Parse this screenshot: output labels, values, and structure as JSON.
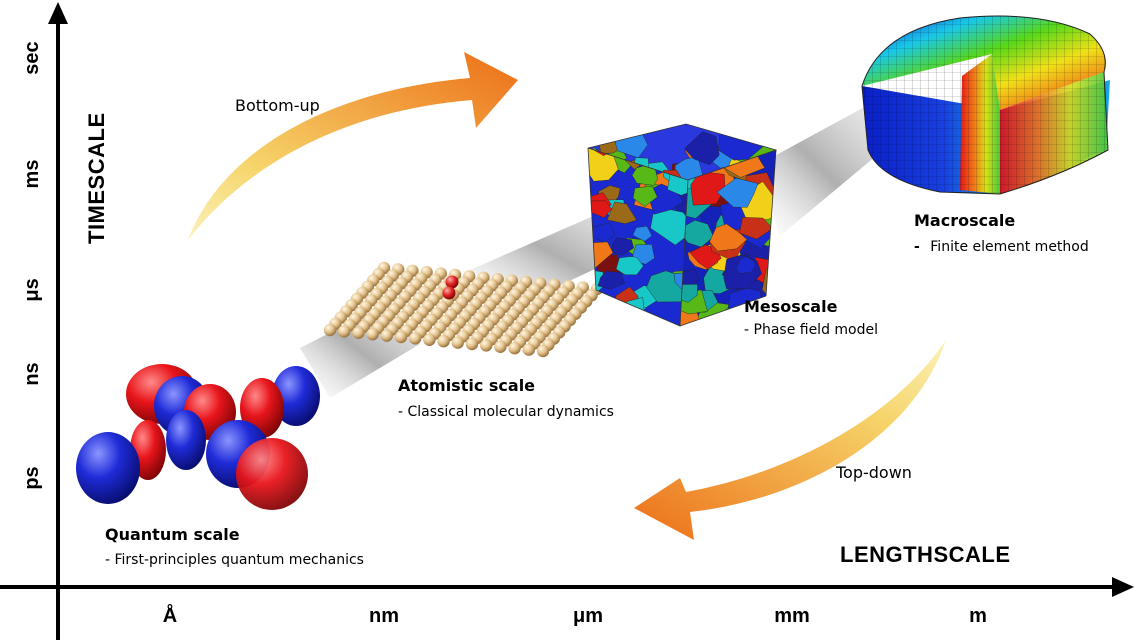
{
  "axes": {
    "y_title": "TIMESCALE",
    "x_title": "LENGTHSCALE",
    "y_ticks": [
      "sec",
      "ms",
      "μs",
      "ns",
      "ps"
    ],
    "x_ticks": [
      "Å",
      "nm",
      "μm",
      "mm",
      "m"
    ]
  },
  "scales": {
    "quantum": {
      "title": "Quantum scale",
      "desc": "- First-principles quantum mechanics"
    },
    "atomistic": {
      "title": "Atomistic scale",
      "desc": "- Classical molecular dynamics"
    },
    "meso": {
      "title": "Mesoscale",
      "desc": "- Phase field model"
    },
    "macro": {
      "title": "Macroscale",
      "desc": "Finite element method",
      "bullet": "-"
    }
  },
  "flows": {
    "bottom_up": "Bottom-up",
    "top_down": "Top-down"
  },
  "colors": {
    "orbital_red": "#e8151b",
    "orbital_blue": "#1f2bd8",
    "arrow_orange": "#ee7a1c",
    "arrow_pale": "#f8e07a",
    "atom_gold": "#e3c28c"
  }
}
